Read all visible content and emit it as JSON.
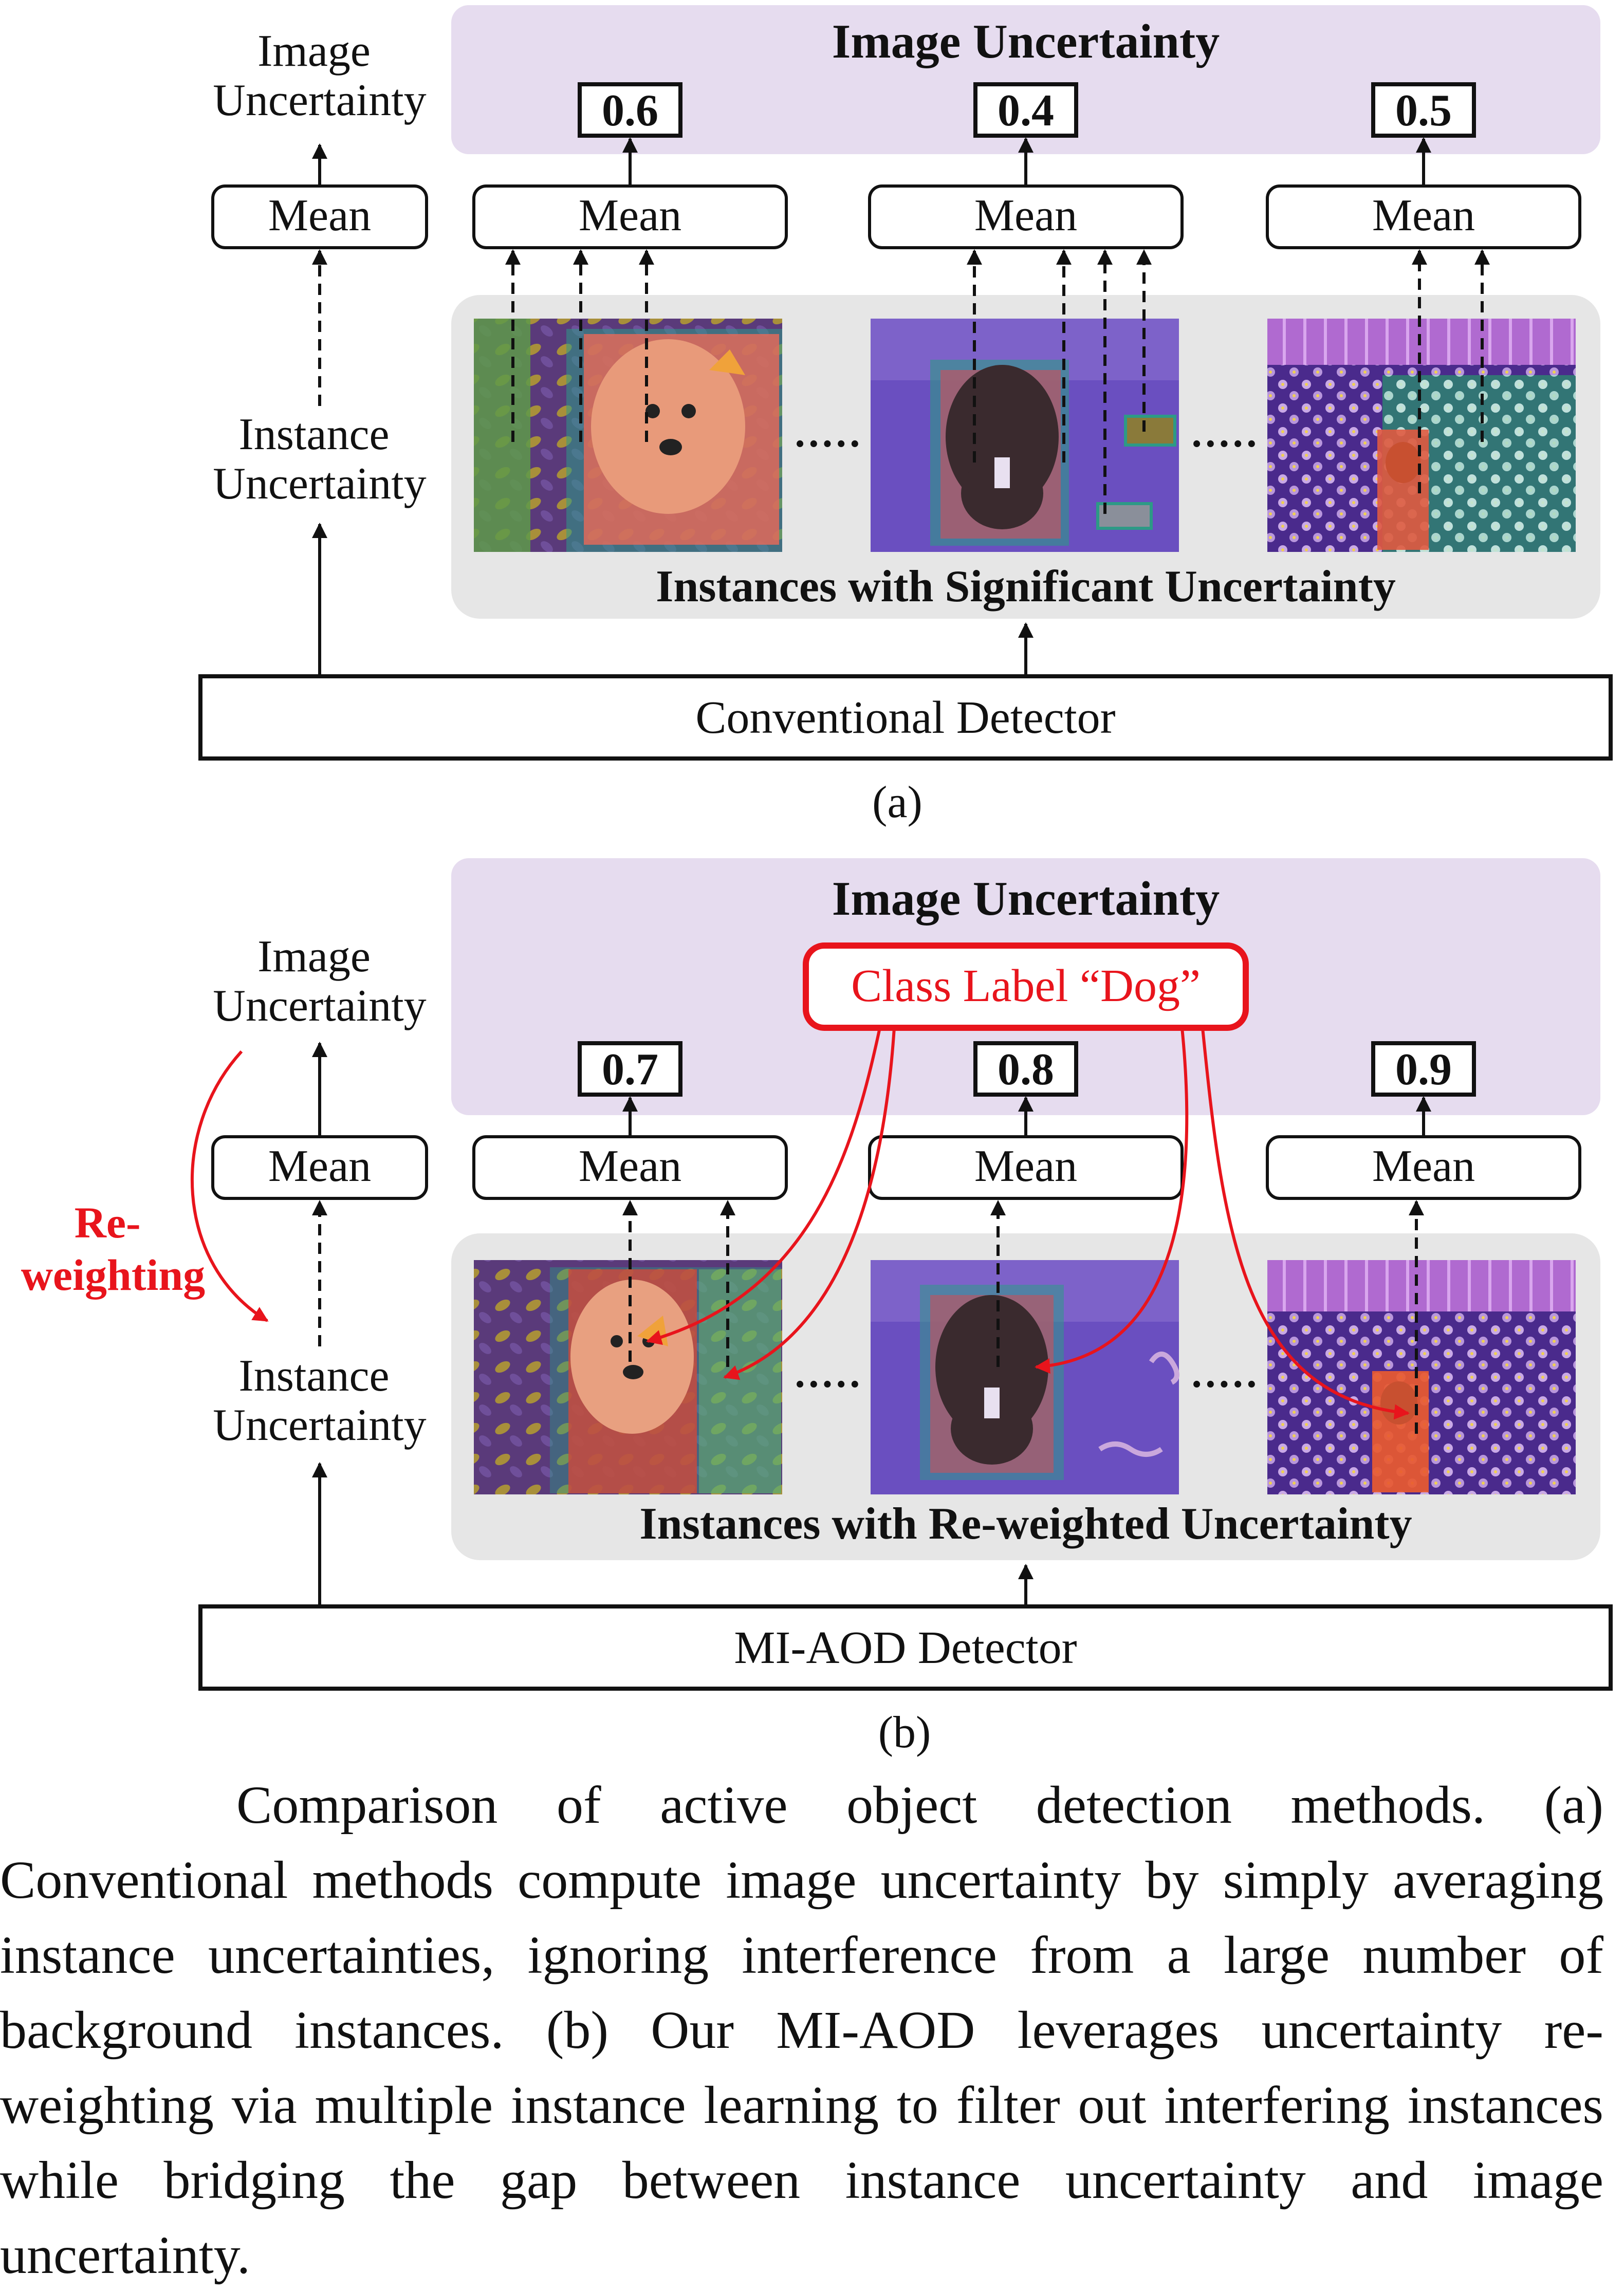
{
  "colors": {
    "purple_panel": "#e6dcef",
    "gray_panel": "#e6e6e6",
    "red_accent": "#e8141c",
    "ink": "#111111"
  },
  "panel_a": {
    "left_top_label": [
      "Image",
      "Uncertainty"
    ],
    "left_mean_label": "Mean",
    "left_mid_label": [
      "Instance",
      "Uncertainty"
    ],
    "image_uncertainty_title": "Image Uncertainty",
    "scores": [
      "0.6",
      "0.4",
      "0.5"
    ],
    "mean_labels": [
      "Mean",
      "Mean",
      "Mean"
    ],
    "ellipsis": "·····",
    "instances_title": "Instances with Significant Uncertainty",
    "detector_label": "Conventional Detector",
    "sublabel": "(a)"
  },
  "panel_b": {
    "left_top_label": [
      "Image",
      "Uncertainty"
    ],
    "left_mean_label": "Mean",
    "left_mid_label": [
      "Instance",
      "Uncertainty"
    ],
    "reweighting_label": [
      "Re-",
      "weighting"
    ],
    "image_uncertainty_title": "Image Uncertainty",
    "class_label": "Class Label “Dog”",
    "scores": [
      "0.7",
      "0.8",
      "0.9"
    ],
    "mean_labels": [
      "Mean",
      "Mean",
      "Mean"
    ],
    "ellipsis": "·····",
    "instances_title": "Instances with Re-weighted Uncertainty",
    "detector_label": "MI-AOD Detector",
    "sublabel": "(b)"
  },
  "caption": "Comparison of active object detection methods. (a) Conventional methods compute image uncertainty by simply averaging instance uncertainties, ignoring interference from a large number of background instances. (b) Our MI-AOD leverages uncertainty re-weighting via multiple instance learning to filter out interfering instances while bridging the gap between instance uncertainty and image uncertainty."
}
